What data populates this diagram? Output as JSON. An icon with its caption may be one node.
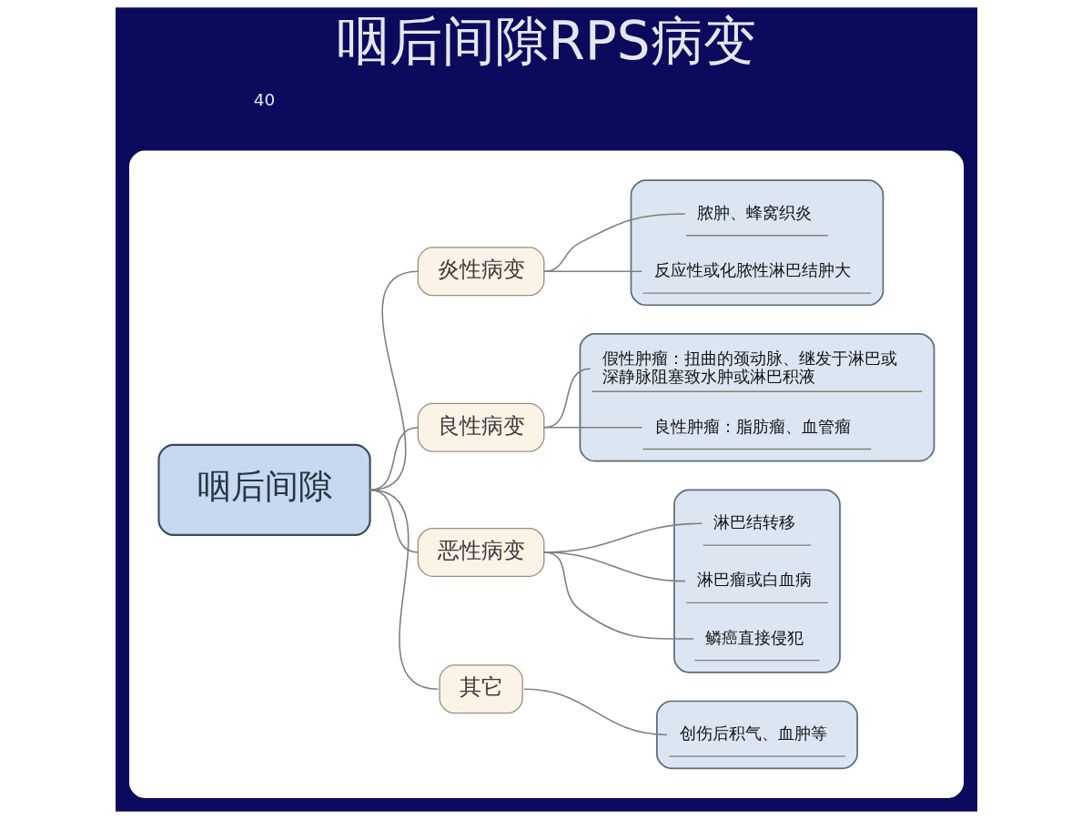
{
  "diagram": {
    "title": "咽后间隙RPS病变",
    "nodes": [
      {
        "text": [],
        "shape": "box"
      },
      {
        "text": [
          "咽后间隙"
        ],
        "in": 0
      },
      {
        "text": [
          "炎性病变"
        ],
        "in": 0
      },
      {
        "text": [],
        "shape": "box",
        "in": 0
      },
      {
        "text": [
          "脓肿、蜂窝织炎"
        ],
        "in": 3
      },
      {
        "text": [
          "反应性或化脓性淋巴结肿大"
        ],
        "in": 3
      },
      {
        "text": [
          "良性病变"
        ],
        "in": 0
      },
      {
        "text": [],
        "shape": "box",
        "in": 0
      },
      {
        "text": [
          "假性肿瘤：扭曲的颈动脉、继发于淋巴或深静脉阻塞致水肿或淋巴积液"
        ],
        "in": 7
      },
      {
        "text": [
          "良性肿瘤：脂肪瘤、血管瘤"
        ],
        "in": 7
      },
      {
        "text": [
          "恶性病变"
        ],
        "in": 0
      },
      {
        "text": [],
        "shape": "box",
        "in": 0
      },
      {
        "text": [
          "淋巴结转移"
        ],
        "in": 11
      },
      {
        "text": [
          "淋巴瘤或白血病"
        ],
        "in": 11
      },
      {
        "text": [
          "鳞癌直接侵犯"
        ],
        "in": 11
      },
      {
        "text": [
          "其它"
        ],
        "in": 0
      },
      {
        "text": [],
        "shape": "box",
        "in": 0
      },
      {
        "text": [
          "创伤后积气、血肿等"
        ],
        "in": 16
      }
    ],
    "edges": [
      {
        "from": 1,
        "to": 2,
        "arrow": "none"
      },
      {
        "from": 1,
        "to": 6,
        "arrow": "none"
      },
      {
        "from": 1,
        "to": 10,
        "arrow": "none"
      },
      {
        "from": 1,
        "to": 15,
        "arrow": "none"
      },
      {
        "from": 2,
        "to": 4,
        "arrow": "none"
      },
      {
        "from": 2,
        "to": 5,
        "arrow": "none"
      },
      {
        "from": 6,
        "to": 8,
        "arrow": "none"
      },
      {
        "from": 6,
        "to": 9,
        "arrow": "none"
      },
      {
        "from": 10,
        "to": 12,
        "arrow": "none"
      },
      {
        "from": 10,
        "to": 13,
        "arrow": "none"
      },
      {
        "from": 10,
        "to": 14,
        "arrow": "none"
      },
      {
        "from": 15,
        "to": 17,
        "arrow": "none"
      }
    ],
    "labels": [
      "40"
    ]
  }
}
